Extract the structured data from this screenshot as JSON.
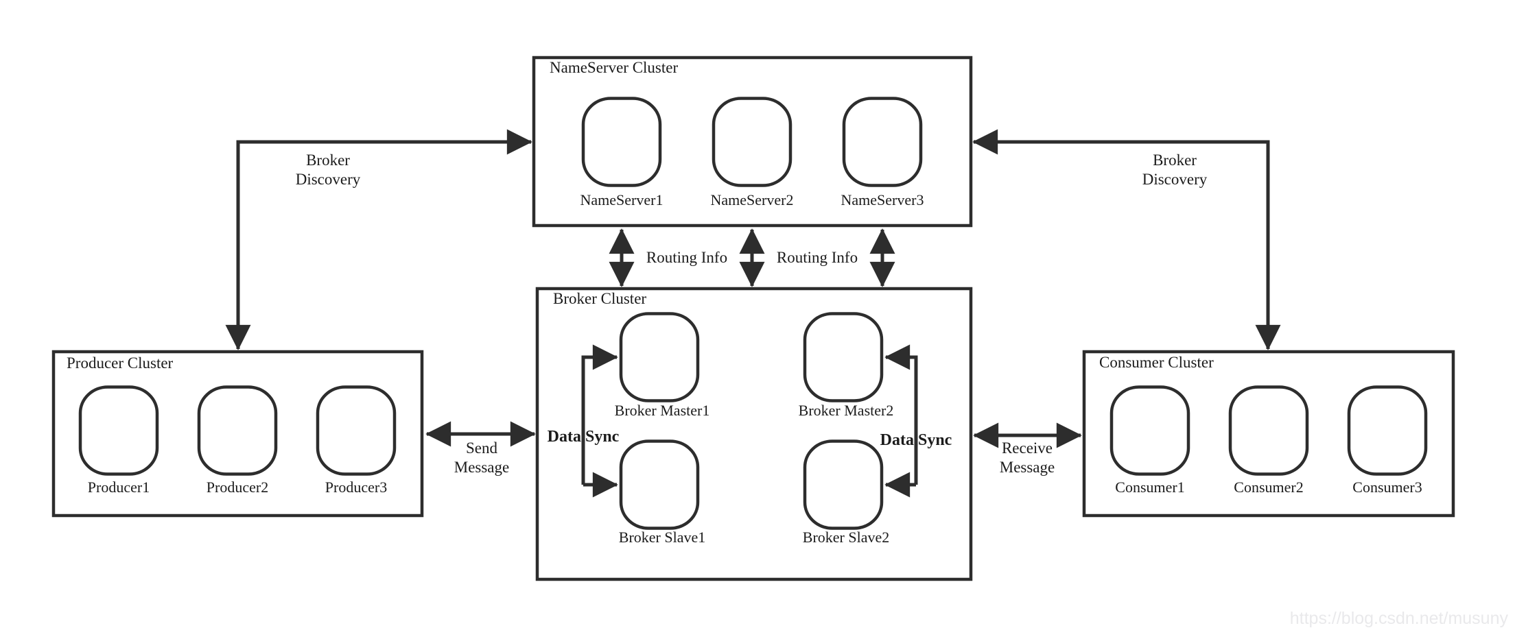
{
  "clusters": {
    "nameserver": {
      "title": "NameServer Cluster",
      "nodes": [
        "NameServer1",
        "NameServer2",
        "NameServer3"
      ]
    },
    "producer": {
      "title": "Producer Cluster",
      "nodes": [
        "Producer1",
        "Producer2",
        "Producer3"
      ]
    },
    "consumer": {
      "title": "Consumer Cluster",
      "nodes": [
        "Consumer1",
        "Consumer2",
        "Consumer3"
      ]
    },
    "broker": {
      "title": "Broker Cluster",
      "nodes": [
        "Broker Master1",
        "Broker Master2",
        "Broker Slave1",
        "Broker Slave2"
      ]
    }
  },
  "edges": {
    "broker_discovery_left": {
      "line1": "Broker",
      "line2": "Discovery"
    },
    "broker_discovery_right": {
      "line1": "Broker",
      "line2": "Discovery"
    },
    "routing_info_left": "Routing Info",
    "routing_info_right": "Routing Info",
    "send_message": {
      "line1": "Send",
      "line2": "Message"
    },
    "receive_message": {
      "line1": "Receive",
      "line2": "Message"
    },
    "data_sync_left": "Data Sync",
    "data_sync_right": "Data Sync"
  },
  "watermark": "https://blog.csdn.net/musuny",
  "colors": {
    "stroke": "#2d2d2d",
    "text": "#1b1b1b",
    "watermark": "#e9e9eb",
    "background": "#ffffff"
  }
}
